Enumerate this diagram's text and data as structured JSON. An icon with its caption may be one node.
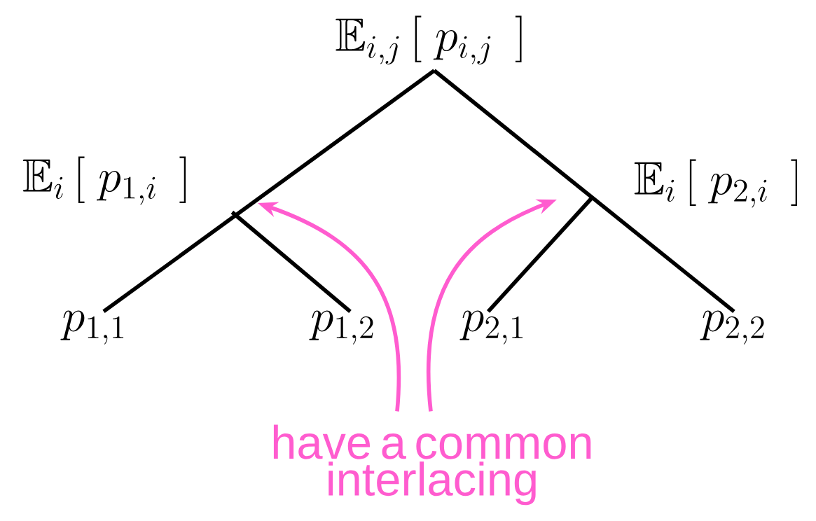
{
  "diagram": {
    "nodes": [
      {
        "text": [
          "\\mathbb{E}_{i,j}\\,[\\; p_{i,j}\\;\\, ]"
        ]
      },
      {
        "text": [
          "\\mathbb{E}_{i}\\,[\\; p_{1,i}\\;\\, ]"
        ]
      },
      {
        "text": [
          "\\mathbb{E}_{i}\\,[\\; p_{2,i}\\;\\, ]"
        ]
      },
      {
        "text": [
          "p_{1,1}"
        ]
      },
      {
        "text": [
          "p_{1,2}"
        ]
      },
      {
        "text": [
          "p_{2,1}"
        ]
      },
      {
        "text": [
          "p_{2,2}"
        ]
      },
      {
        "text": [
          "have a common interlacing"
        ]
      }
    ],
    "edges": [
      {
        "from": 0,
        "to": 3,
        "arrow": "none"
      },
      {
        "from": 1,
        "to": 4,
        "arrow": "none"
      },
      {
        "from": 0,
        "to": 6,
        "arrow": "none"
      },
      {
        "from": 2,
        "to": 5,
        "arrow": "none"
      },
      {
        "from": 7,
        "to": null,
        "arrow": "to",
        "color": "#ff5ccf"
      },
      {
        "from": 7,
        "to": null,
        "arrow": "to",
        "color": "#ff5ccf"
      }
    ]
  }
}
